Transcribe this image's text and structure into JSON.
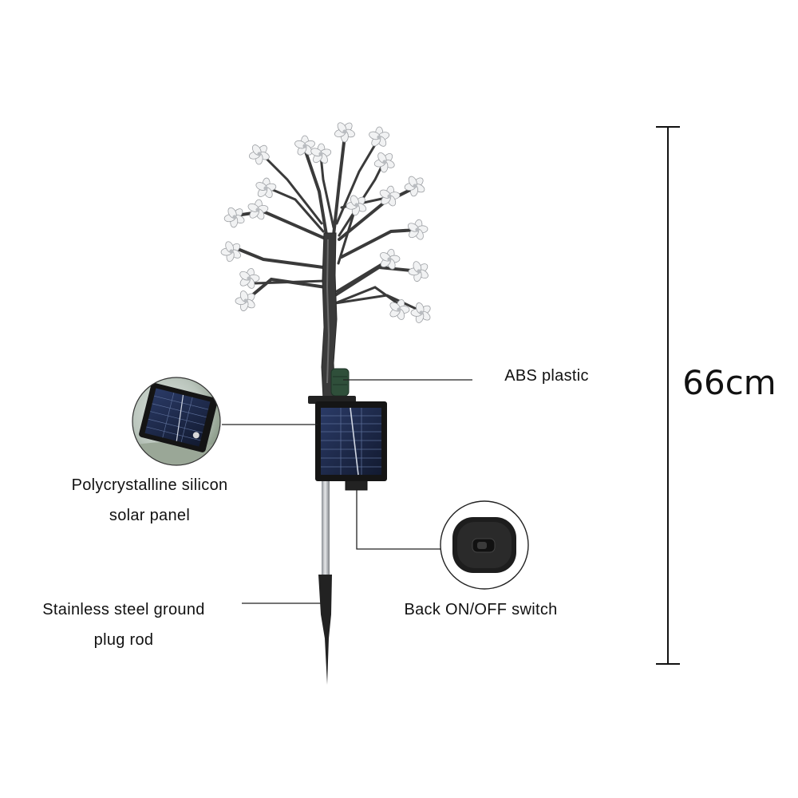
{
  "labels": {
    "abs": "ABS plastic",
    "panel_line1": "Polycrystalline silicon",
    "panel_line2": "solar panel",
    "rod_line1": "Stainless steel ground",
    "rod_line2": "plug rod",
    "switch": "Back ON/OFF switch"
  },
  "dimension": {
    "height": "66cm"
  },
  "colors": {
    "background": "#ffffff",
    "text": "#111111",
    "leader_line": "#222222",
    "trunk": "#3a3a3a",
    "solar_cell": "#1c2a4a",
    "connector": "#2f4f3a",
    "rod": "#b5b8bc"
  }
}
